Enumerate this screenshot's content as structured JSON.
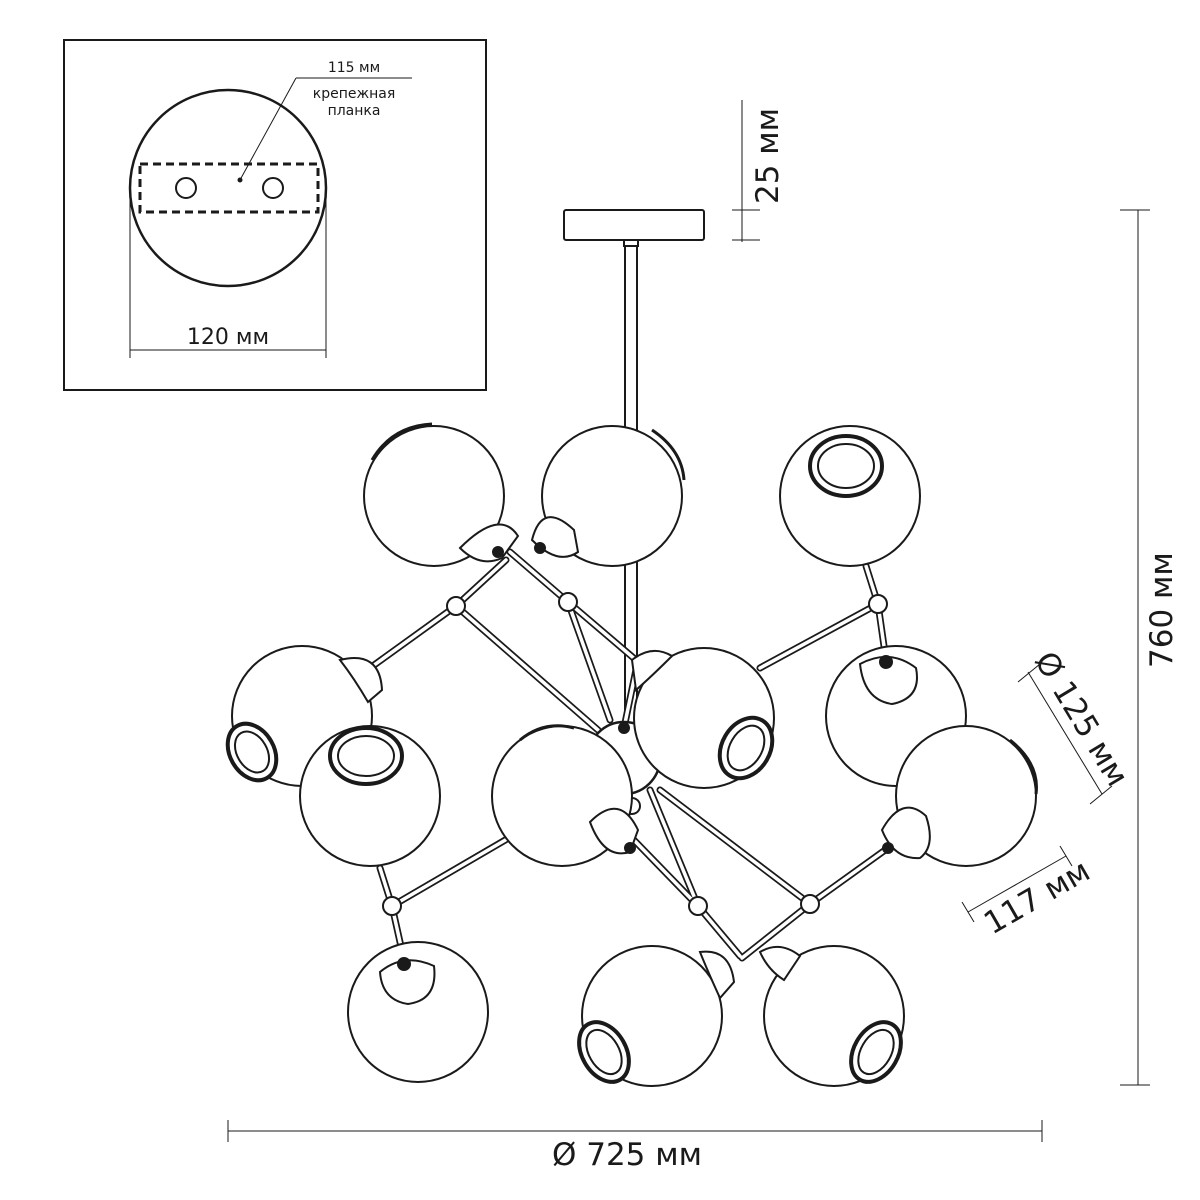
{
  "inset": {
    "bracket_size": "115 мм",
    "bracket_label_line1": "крепежная",
    "bracket_label_line2": "планка",
    "canopy_diameter": "120 мм"
  },
  "dimensions": {
    "canopy_height": "25 мм",
    "total_height": "760 мм",
    "shade_diameter": "Ø 125 мм",
    "arm_length": "117 мм",
    "overall_diameter": "Ø 725 мм"
  },
  "colors": {
    "line": "#1a1a1a",
    "background": "#ffffff"
  }
}
